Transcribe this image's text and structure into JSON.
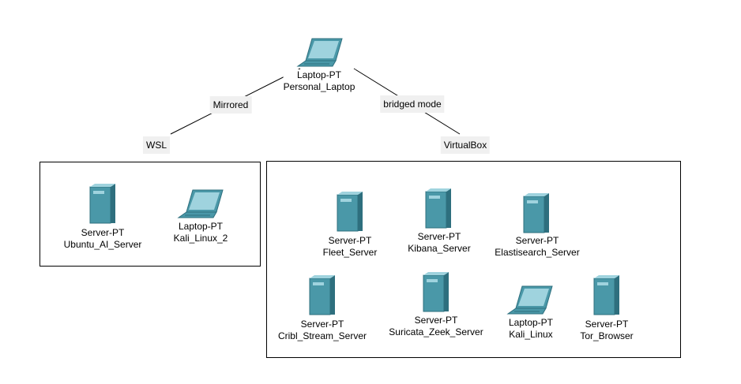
{
  "devices": {
    "personal_laptop": {
      "model": "Laptop-PT",
      "name": "Personal_Laptop",
      "icon": "laptop-icon"
    },
    "ubuntu_ai_server": {
      "model": "Server-PT",
      "name": "Ubuntu_AI_Server",
      "icon": "server-icon"
    },
    "kali_linux_2": {
      "model": "Laptop-PT",
      "name": "Kali_Linux_2",
      "icon": "laptop-icon"
    },
    "fleet_server": {
      "model": "Server-PT",
      "name": "Fleet_Server",
      "icon": "server-icon"
    },
    "kibana_server": {
      "model": "Server-PT",
      "name": "Kibana_Server",
      "icon": "server-icon"
    },
    "elastisearch_server": {
      "model": "Server-PT",
      "name": "Elastisearch_Server",
      "icon": "server-icon"
    },
    "cribl_stream_server": {
      "model": "Server-PT",
      "name": "Cribl_Stream_Server",
      "icon": "server-icon"
    },
    "suricata_zeek_server": {
      "model": "Server-PT",
      "name": "Suricata_Zeek_Server",
      "icon": "server-icon"
    },
    "kali_linux": {
      "model": "Laptop-PT",
      "name": "Kali_Linux",
      "icon": "laptop-icon"
    },
    "tor_browser": {
      "model": "Server-PT",
      "name": "Tor_Browser",
      "icon": "server-icon"
    }
  },
  "links": {
    "mirrored": "Mirrored",
    "bridged": "bridged mode"
  },
  "groups": {
    "wsl": "WSL",
    "virtualbox": "VirtualBox"
  },
  "colors": {
    "device_body": "#4a98a8",
    "device_dark": "#2e6f7e",
    "device_light": "#9fd3de",
    "line": "#000000",
    "label_bg": "#f0f0f0"
  }
}
